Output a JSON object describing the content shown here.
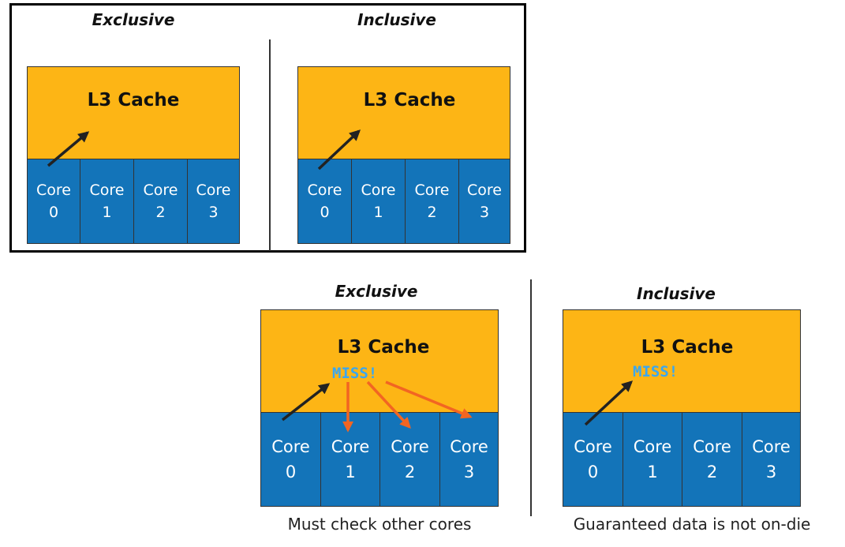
{
  "top_panel": {
    "exclusive": {
      "title": "Exclusive",
      "cache_label": "L3 Cache",
      "cores": [
        {
          "name": "Core",
          "number": "0"
        },
        {
          "name": "Core",
          "number": "1"
        },
        {
          "name": "Core",
          "number": "2"
        },
        {
          "name": "Core",
          "number": "3"
        }
      ]
    },
    "inclusive": {
      "title": "Inclusive",
      "cache_label": "L3 Cache",
      "cores": [
        {
          "name": "Core",
          "number": "0"
        },
        {
          "name": "Core",
          "number": "1"
        },
        {
          "name": "Core",
          "number": "2"
        },
        {
          "name": "Core",
          "number": "3"
        }
      ]
    }
  },
  "bottom_panel": {
    "exclusive": {
      "title": "Exclusive",
      "cache_label": "L3 Cache",
      "miss_label": "MISS!",
      "caption": "Must check other cores",
      "cores": [
        {
          "name": "Core",
          "number": "0"
        },
        {
          "name": "Core",
          "number": "1"
        },
        {
          "name": "Core",
          "number": "2"
        },
        {
          "name": "Core",
          "number": "3"
        }
      ]
    },
    "inclusive": {
      "title": "Inclusive",
      "cache_label": "L3 Cache",
      "miss_label": "MISS!",
      "caption": "Guaranteed data is not on-die",
      "cores": [
        {
          "name": "Core",
          "number": "0"
        },
        {
          "name": "Core",
          "number": "1"
        },
        {
          "name": "Core",
          "number": "2"
        },
        {
          "name": "Core",
          "number": "3"
        }
      ]
    }
  },
  "colors": {
    "cache_fill": "#FDB515",
    "core_fill": "#1374B9",
    "miss_text": "#3AA7F0",
    "snoop_arrow": "#F26522",
    "request_arrow": "#222222"
  }
}
